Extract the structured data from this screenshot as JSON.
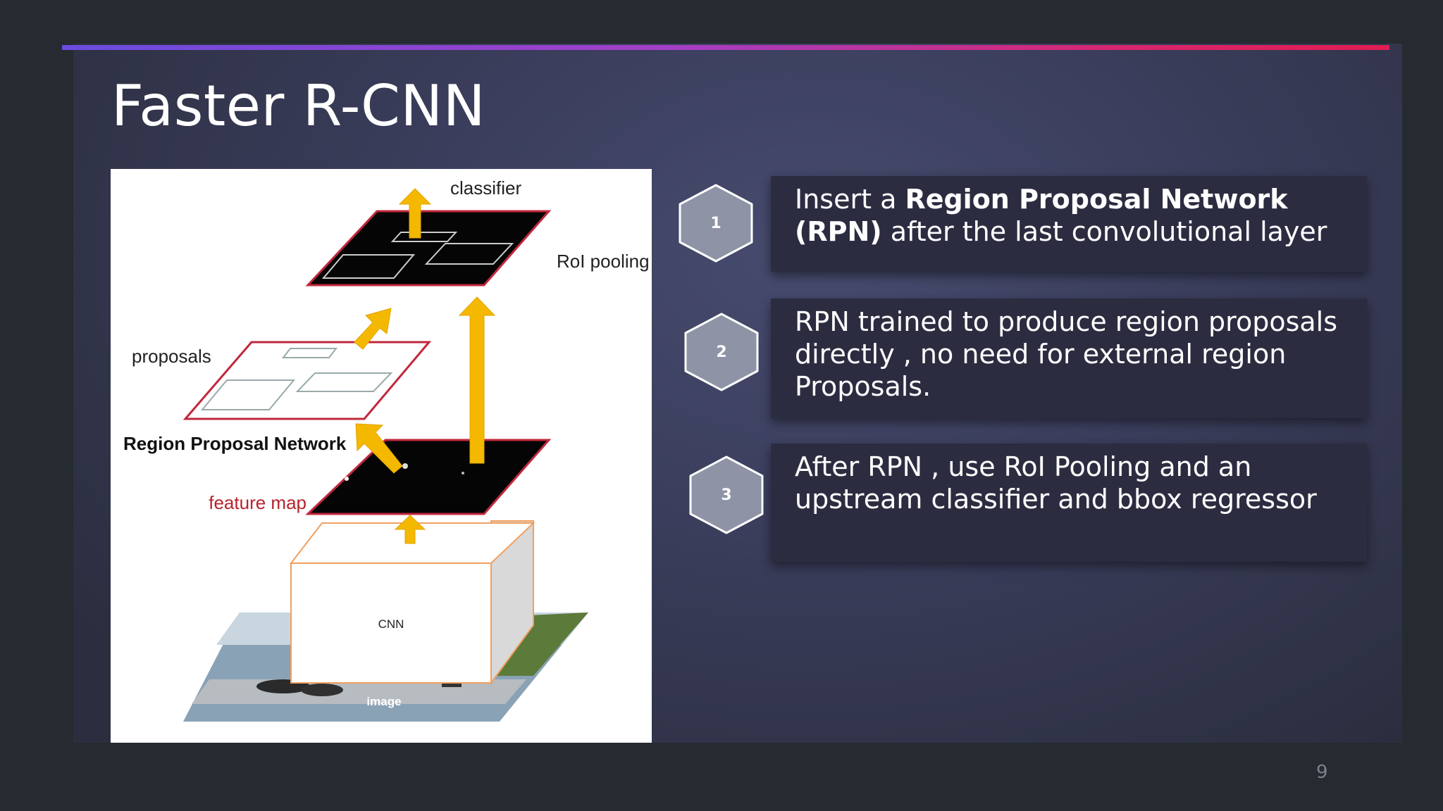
{
  "slide": {
    "title": "Faster R-CNN",
    "page_number": "9",
    "accent_gradient": [
      "#6a4ce0",
      "#a23fc8",
      "#d8266e",
      "#e01d52"
    ]
  },
  "diagram": {
    "labels": {
      "classifier": "classifier",
      "roi_pooling": "RoI pooling",
      "proposals": "proposals",
      "rpn": "Region Proposal Network",
      "feature_map": "feature map",
      "cnn": "CNN",
      "image": "image"
    },
    "colors": {
      "arrow": "#f5b800",
      "plane_border": "#c0283c",
      "cnn_border": "#f0a060"
    }
  },
  "steps": [
    {
      "number": "1",
      "text_pre": "Insert a ",
      "text_bold": "Region Proposal Network (RPN)",
      "text_post": " after the last convolutional layer"
    },
    {
      "number": "2",
      "text_pre": "RPN trained to produce region proposals directly , no need for external region Proposals.",
      "text_bold": "",
      "text_post": ""
    },
    {
      "number": "3",
      "text_pre": "After RPN , use RoI Pooling and an upstream classifier and bbox regressor",
      "text_bold": "",
      "text_post": ""
    }
  ]
}
